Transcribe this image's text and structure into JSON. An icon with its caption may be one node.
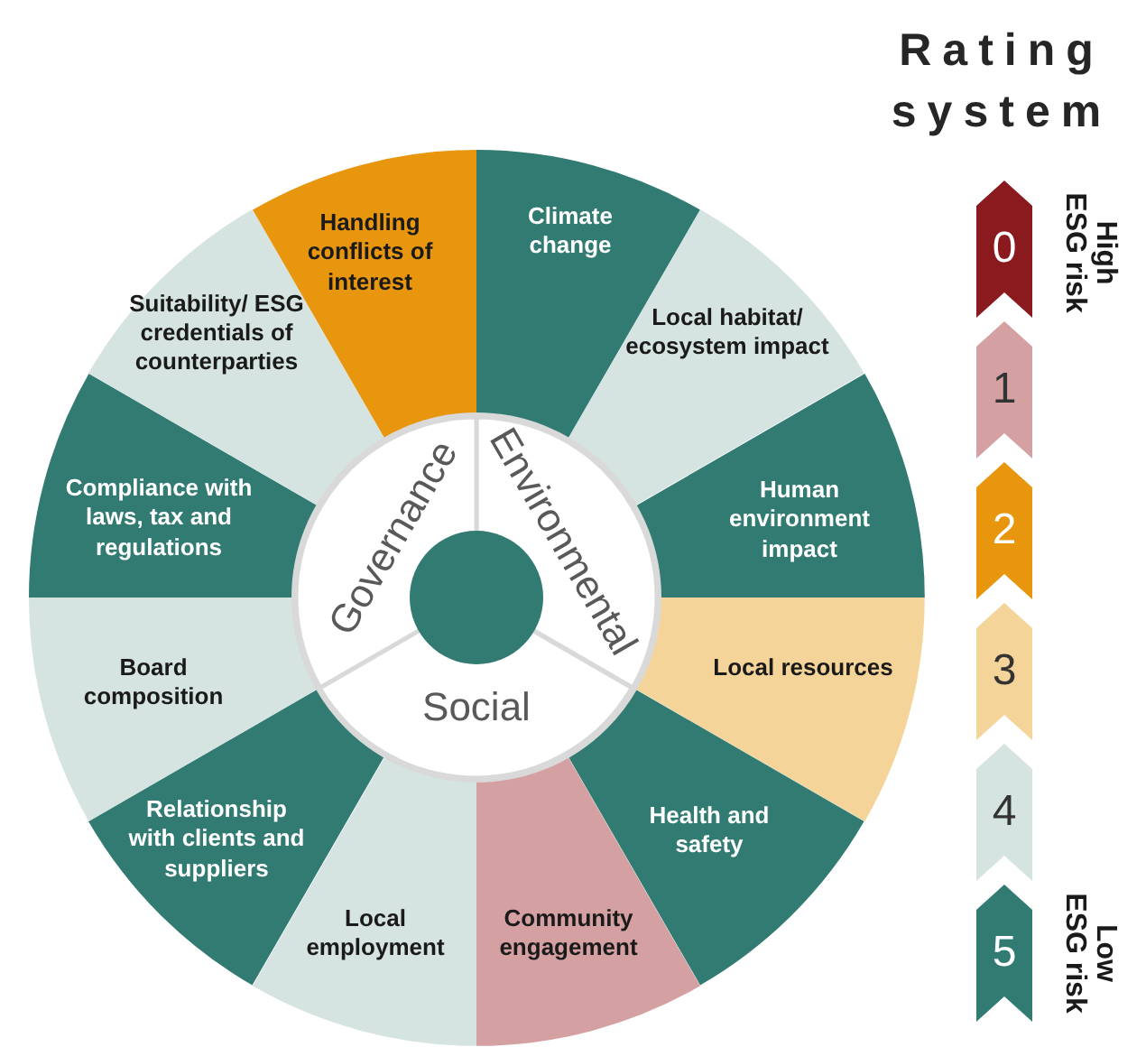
{
  "diagram": {
    "title": "Rating system",
    "nodes": [
      {
        "text": [
          "Climate change"
        ]
      },
      {
        "text": [
          "Local habitat/ ecosystem impact"
        ]
      },
      {
        "text": [
          "Human environment impact"
        ]
      },
      {
        "text": [
          "Local resources"
        ]
      },
      {
        "text": [
          "Health and safety"
        ]
      },
      {
        "text": [
          "Community engagement"
        ]
      },
      {
        "text": [
          "Local employment"
        ]
      },
      {
        "text": [
          "Relationship with clients and suppliers"
        ]
      },
      {
        "text": [
          "Board composition"
        ]
      },
      {
        "text": [
          "Compliance with laws, tax and regulations"
        ]
      },
      {
        "text": [
          "Suitability/ ESG credentials of counterparties"
        ]
      },
      {
        "text": [
          "Handling conflicts of interest"
        ]
      },
      {
        "text": [
          "Environmental"
        ]
      },
      {
        "text": [
          "Social"
        ]
      },
      {
        "text": [
          "Governance"
        ]
      },
      {
        "text": [],
        "shape": "circle"
      },
      {
        "text": [
          "0"
        ],
        "beside": [
          "High ESG risk"
        ]
      },
      {
        "text": [
          "1"
        ]
      },
      {
        "text": [
          "2"
        ]
      },
      {
        "text": [
          "3"
        ]
      },
      {
        "text": [
          "4"
        ]
      },
      {
        "text": [
          "5"
        ],
        "beside": [
          "Low ESG risk"
        ]
      }
    ]
  }
}
